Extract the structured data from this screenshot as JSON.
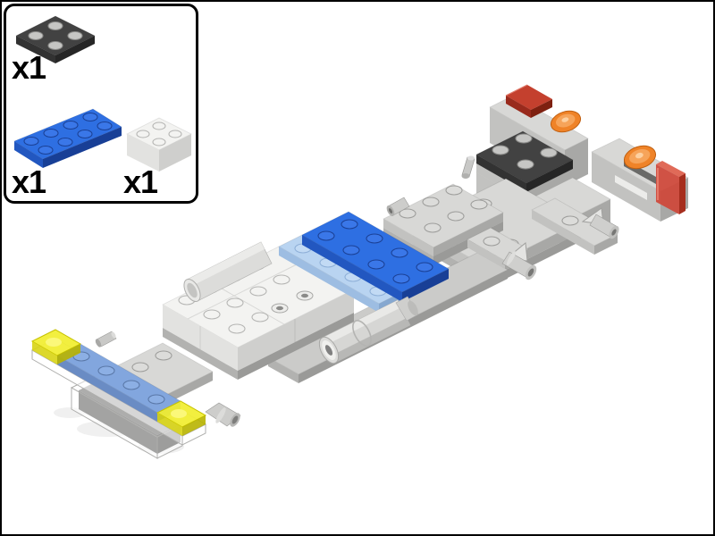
{
  "image": {
    "kind": "lego-building-instruction-step",
    "background": "#ffffff",
    "border_color": "#000000"
  },
  "callout": {
    "border_color": "#000000",
    "items": [
      {
        "part": "plate-2x2-dark-gray",
        "count": "x1",
        "color": "#424242"
      },
      {
        "part": "plate-2x4-blue",
        "count": "x1",
        "color": "#2e6fe2"
      },
      {
        "part": "brick-2x2-white",
        "count": "x1",
        "color": "#f3f3f1"
      }
    ]
  },
  "palette": {
    "blue": "#2e6fe2",
    "bright_light_blue": "#b9d4f1",
    "medium_blue": "#82a6de",
    "dark_gray": "#424242",
    "light_gray": "#d8d8d6",
    "white_piece": "#f3f3f1",
    "trans_yellow": "#f1ee35",
    "trans_orange": "#ef8328",
    "red": "#c4402e",
    "trans_red": "#d4473a",
    "trans_clear": "rgba(255,255,255,0.5)"
  },
  "model": {
    "assemblies": [
      "front-wing",
      "wing-connector",
      "center-body",
      "engine-pods",
      "spine-plate",
      "rear-platform",
      "rear-block",
      "rear-wall",
      "right-arm",
      "nozzle-cones"
    ]
  }
}
